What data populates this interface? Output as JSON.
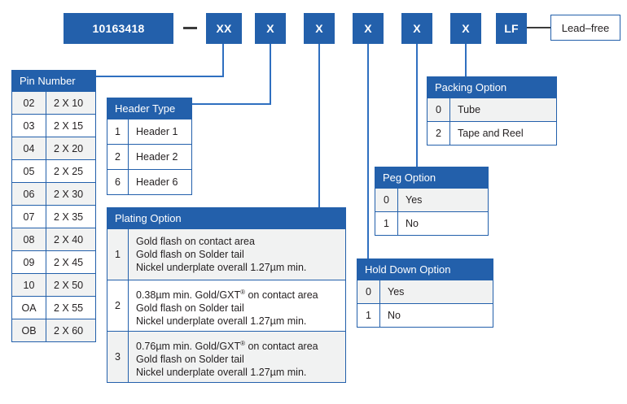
{
  "part_number": {
    "base": "10163418",
    "separator": "—",
    "segments": [
      {
        "label": "XX"
      },
      {
        "label": "X"
      },
      {
        "label": "X"
      },
      {
        "label": "X"
      },
      {
        "label": "X"
      },
      {
        "label": "X"
      }
    ],
    "suffix": "LF",
    "suffix_note": "Lead–free"
  },
  "tables": {
    "pin_number": {
      "title": "Pin Number",
      "rows": [
        {
          "code": "02",
          "value": "2 X 10"
        },
        {
          "code": "03",
          "value": "2 X 15"
        },
        {
          "code": "04",
          "value": "2 X 20"
        },
        {
          "code": "05",
          "value": "2 X 25"
        },
        {
          "code": "06",
          "value": "2 X 30"
        },
        {
          "code": "07",
          "value": "2 X 35"
        },
        {
          "code": "08",
          "value": "2 X 40"
        },
        {
          "code": "09",
          "value": "2 X 45"
        },
        {
          "code": "10",
          "value": "2 X 50"
        },
        {
          "code": "OA",
          "value": "2 X 55"
        },
        {
          "code": "OB",
          "value": "2 X 60"
        }
      ]
    },
    "header_type": {
      "title": "Header Type",
      "rows": [
        {
          "code": "1",
          "value": "Header 1"
        },
        {
          "code": "2",
          "value": "Header 2"
        },
        {
          "code": "6",
          "value": "Header 6"
        }
      ]
    },
    "plating_option": {
      "title": "Plating Option",
      "rows": [
        {
          "code": "1",
          "line1": "Gold flash on contact area",
          "line2": "Gold flash on Solder tail",
          "line3": "Nickel underplate overall 1.27µm min."
        },
        {
          "code": "2",
          "line1": "0.38µm min. Gold/GXT® on contact area",
          "line2": "Gold flash on Solder tail",
          "line3": "Nickel underplate overall 1.27µm min."
        },
        {
          "code": "3",
          "line1": "0.76µm min. Gold/GXT® on contact area",
          "line2": "Gold flash on Solder tail",
          "line3": "Nickel underplate overall 1.27µm min."
        }
      ]
    },
    "hold_down_option": {
      "title": "Hold Down Option",
      "rows": [
        {
          "code": "0",
          "value": "Yes"
        },
        {
          "code": "1",
          "value": "No"
        }
      ]
    },
    "peg_option": {
      "title": "Peg Option",
      "rows": [
        {
          "code": "0",
          "value": "Yes"
        },
        {
          "code": "1",
          "value": "No"
        }
      ]
    },
    "packing_option": {
      "title": "Packing Option",
      "rows": [
        {
          "code": "0",
          "value": "Tube"
        },
        {
          "code": "2",
          "value": "Tape and Reel"
        }
      ]
    }
  },
  "colors": {
    "brand_blue": "#2360ab",
    "line_blue": "#2f6fc0",
    "row_alt": "#f1f2f2",
    "text": "#231f20"
  }
}
